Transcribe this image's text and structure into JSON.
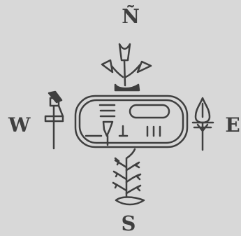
{
  "compass": {
    "north": "Ñ",
    "south": "S",
    "east": "E",
    "west": "W"
  },
  "colors": {
    "background": "#d8d8d8",
    "ink": "#3f3f3f"
  },
  "icons": {
    "north": "lotus-plant-icon",
    "south": "papyrus-plant-icon",
    "east": "offering-stand-icon",
    "west": "standard-icon",
    "center": "cartouche-icon"
  }
}
